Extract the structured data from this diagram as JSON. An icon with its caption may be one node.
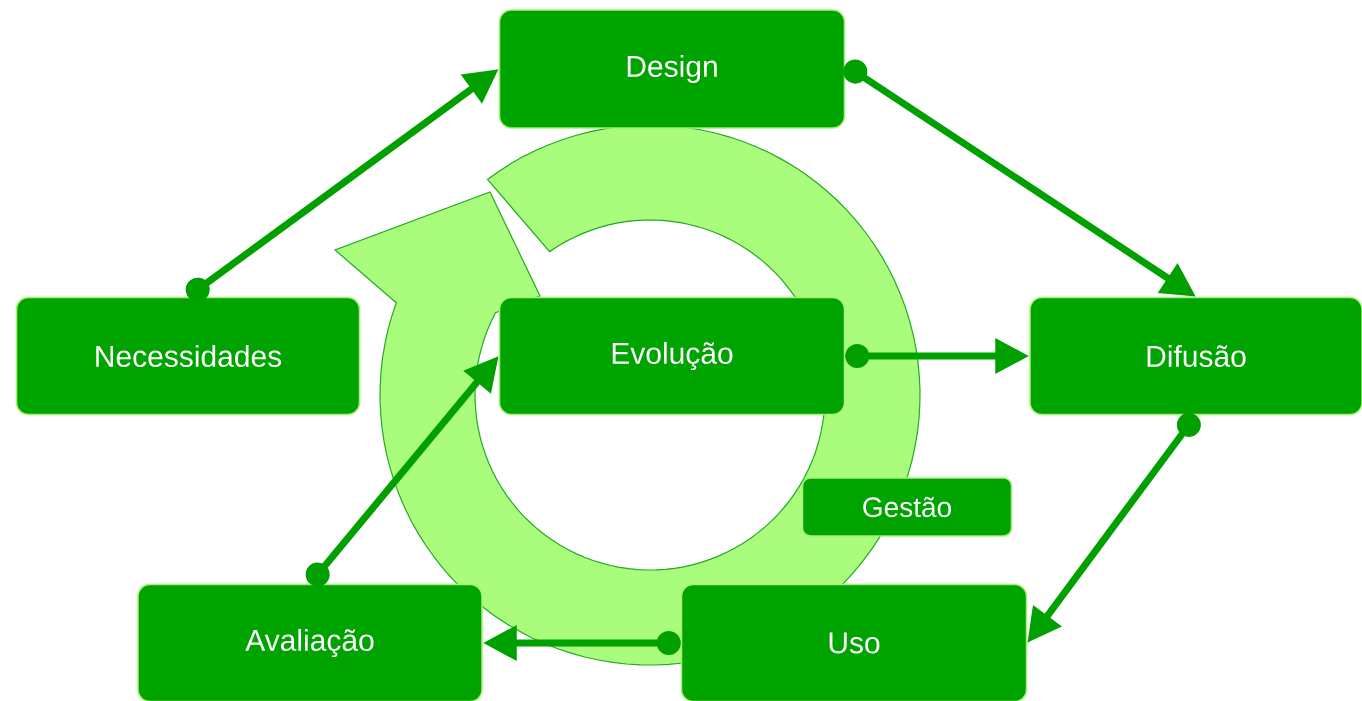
{
  "diagram": {
    "nodes": [
      {
        "text": [
          "Design"
        ]
      },
      {
        "text": [
          "Necessidades"
        ]
      },
      {
        "text": [
          "Evolução"
        ]
      },
      {
        "text": [
          "Difusão"
        ]
      },
      {
        "text": [
          "Gestão"
        ]
      },
      {
        "text": [
          "Avaliação"
        ]
      },
      {
        "text": [
          "Uso"
        ]
      }
    ],
    "edges": [
      {
        "from": 1,
        "to": 0,
        "arrow": "to"
      },
      {
        "from": 0,
        "to": 3,
        "arrow": "to"
      },
      {
        "from": 2,
        "to": 3,
        "arrow": "to"
      },
      {
        "from": 3,
        "to": 6,
        "arrow": "to"
      },
      {
        "from": 6,
        "to": 5,
        "arrow": "to"
      },
      {
        "from": 5,
        "to": 2,
        "arrow": "to"
      }
    ]
  }
}
